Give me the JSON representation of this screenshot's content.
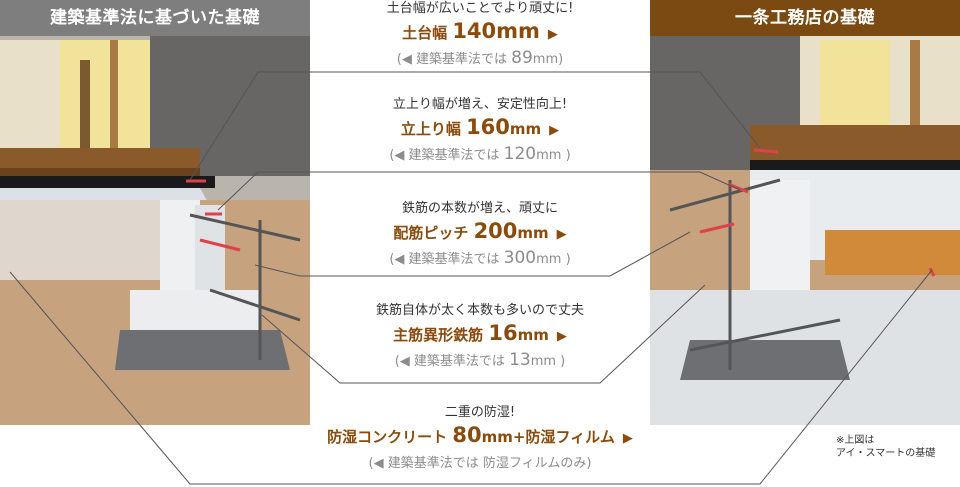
{
  "left_panel": {
    "title": "建築基準法に基づいた基礎"
  },
  "right_panel": {
    "title": "一条工務店の基礎"
  },
  "items": [
    {
      "lead": "土台幅が広いことでより頑丈に!",
      "label": "土台幅 ",
      "value": "140mm",
      "unit": "",
      "arrow": "▶",
      "note_prefix": "(◀ 建築基準法では ",
      "note_value": "89",
      "note_unit": "mm",
      "note_suffix": ")"
    },
    {
      "lead": "立上り幅が増え、安定性向上!",
      "label": "立上り幅 ",
      "value": "160",
      "unit": "mm",
      "arrow": "▶",
      "note_prefix": "(◀ 建築基準法では ",
      "note_value": "120",
      "note_unit": "mm",
      "note_suffix": " )"
    },
    {
      "lead": "鉄筋の本数が増え、頑丈に",
      "label": "配筋ピッチ ",
      "value": "200",
      "unit": "mm",
      "arrow": "▶",
      "note_prefix": "(◀ 建築基準法では ",
      "note_value": "300",
      "note_unit": "mm",
      "note_suffix": " )"
    },
    {
      "lead": "鉄筋自体が太く本数も多いので丈夫",
      "label": "主筋異形鉄筋 ",
      "value": "16",
      "unit": "mm",
      "arrow": "▶",
      "note_prefix": "(◀ 建築基準法では  ",
      "note_value": "13",
      "note_unit": "mm",
      "note_suffix": " )"
    },
    {
      "lead": "二重の防湿!",
      "label": "防湿コンクリート ",
      "value": "80",
      "unit": "mm+防湿フィルム",
      "arrow": "▶",
      "note_prefix": "(◀ 建築基準法では 防湿フィルムのみ)",
      "note_value": "",
      "note_unit": "",
      "note_suffix": ""
    }
  ],
  "footnote": {
    "line1": "※上図は",
    "line2": "アイ・スマートの基礎"
  },
  "colors": {
    "accent": "#8a4b0c",
    "left_header": "#7e7e7e",
    "right_header": "#7a4a12",
    "measure_arrow": "#e0404a"
  }
}
